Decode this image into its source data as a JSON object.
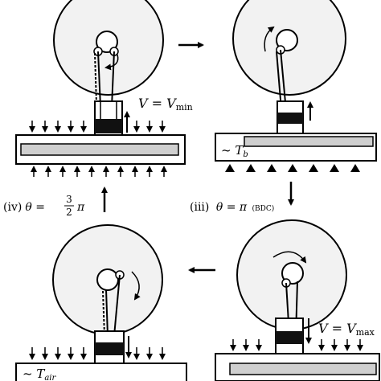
{
  "labels": {
    "v_min": "V = V",
    "v_min_sub": "min",
    "v_max": "V = V",
    "v_max_sub": "max",
    "t_b": "~ T",
    "t_b_sub": "b",
    "t_air": "~ T",
    "t_air_sub": "air",
    "stage_iii_prefix": "(iii)",
    "stage_iii_theta": "θ = π",
    "stage_iii_note": "(BDC)",
    "stage_iv_prefix": "(iv)",
    "stage_iv_theta": "θ =",
    "stage_iv_num": "3",
    "stage_iv_den": "2",
    "stage_iv_pi": "π"
  }
}
